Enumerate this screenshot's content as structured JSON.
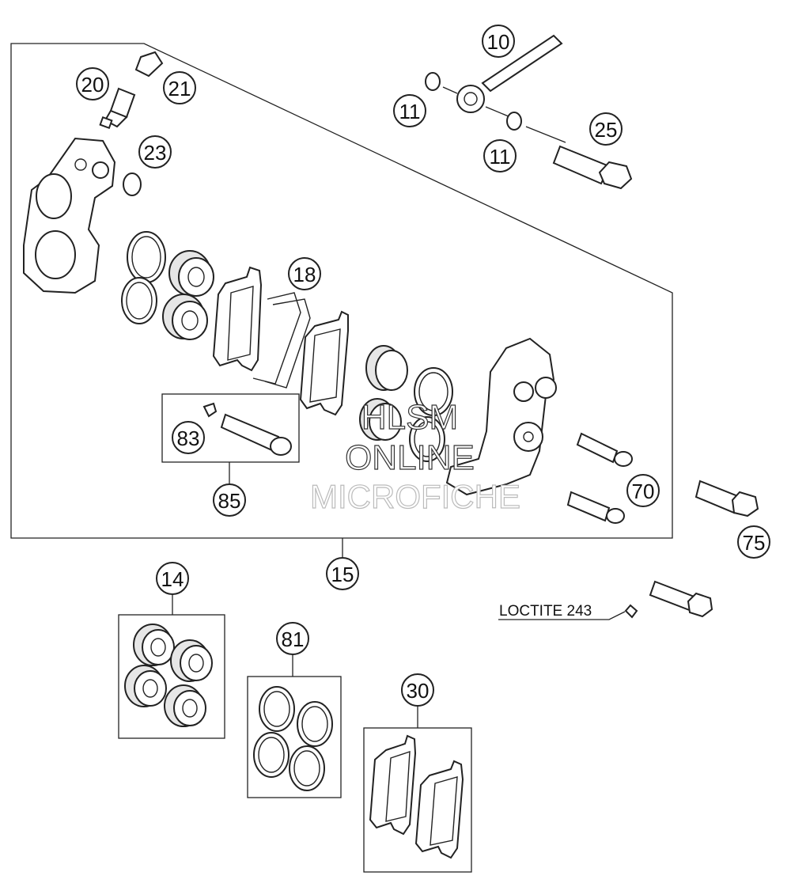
{
  "callouts": {
    "c10": "10",
    "c11a": "11",
    "c11b": "11",
    "c25": "25",
    "c20": "20",
    "c21": "21",
    "c23": "23",
    "c18": "18",
    "c83": "83",
    "c85": "85",
    "c70": "70",
    "c75": "75",
    "c15": "15",
    "c14": "14",
    "c81": "81",
    "c30": "30"
  },
  "note": "LOCTITE 243",
  "watermark": {
    "line1": "HLSM",
    "line2": "ONLINE",
    "line3": "MICROFICHE"
  }
}
